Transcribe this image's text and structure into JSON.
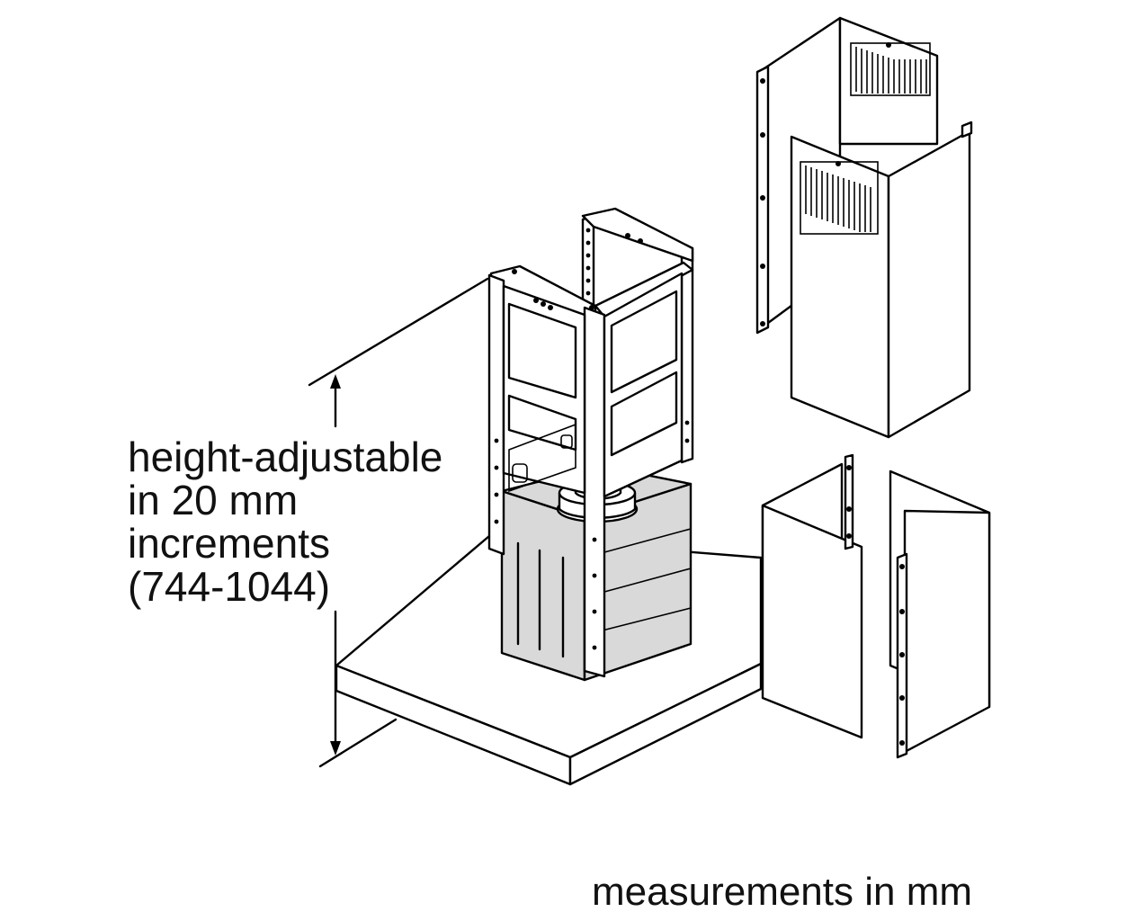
{
  "height_label": {
    "line1": "height-adjustable",
    "line2": "in 20 mm",
    "line3": "increments",
    "line4": "(744-1044)"
  },
  "measurement_note": "measurements in mm",
  "icons": {
    "height_arrow": "double-headed-vertical-arrow"
  }
}
